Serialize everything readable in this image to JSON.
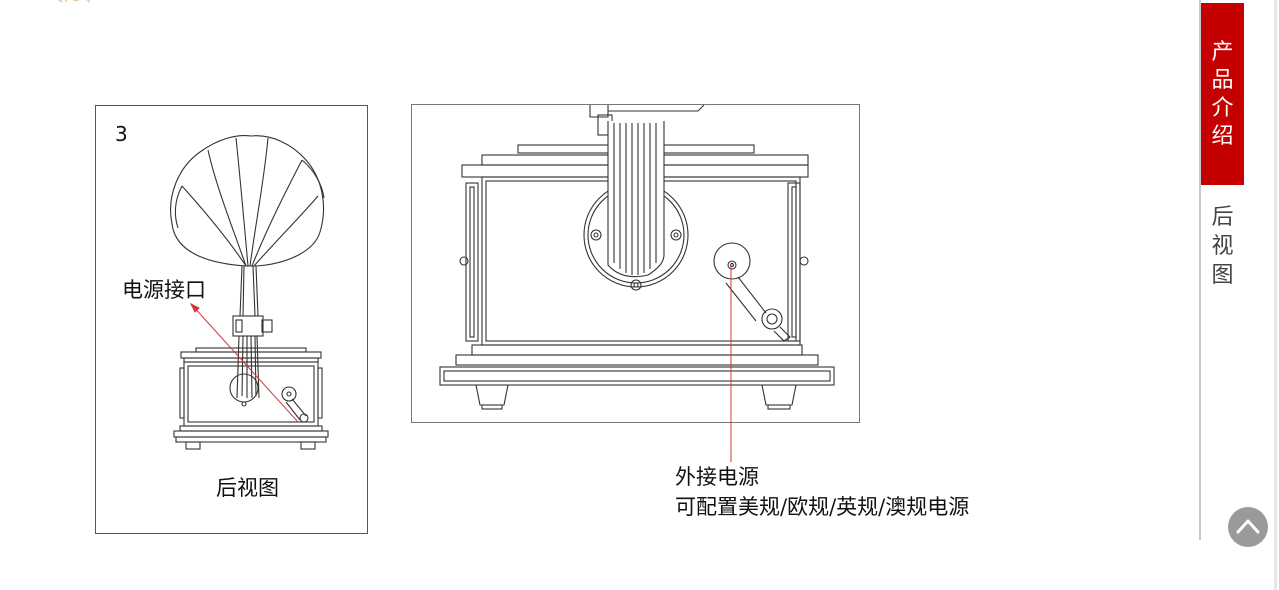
{
  "panel_left": {
    "number": "3",
    "power_port_label": "电源接口",
    "caption": "后视图"
  },
  "panel_right": {
    "caption_line1": "外接电源",
    "caption_line2": "可配置美规/欧规/英规/澳规电源"
  },
  "sidebar": {
    "active_tab": [
      "产",
      "品",
      "介",
      "绍"
    ],
    "inactive_tab": [
      "后",
      "视",
      "图"
    ],
    "active_color": "#c40000"
  },
  "back_to_top": {
    "icon": "chevron-up-icon"
  }
}
